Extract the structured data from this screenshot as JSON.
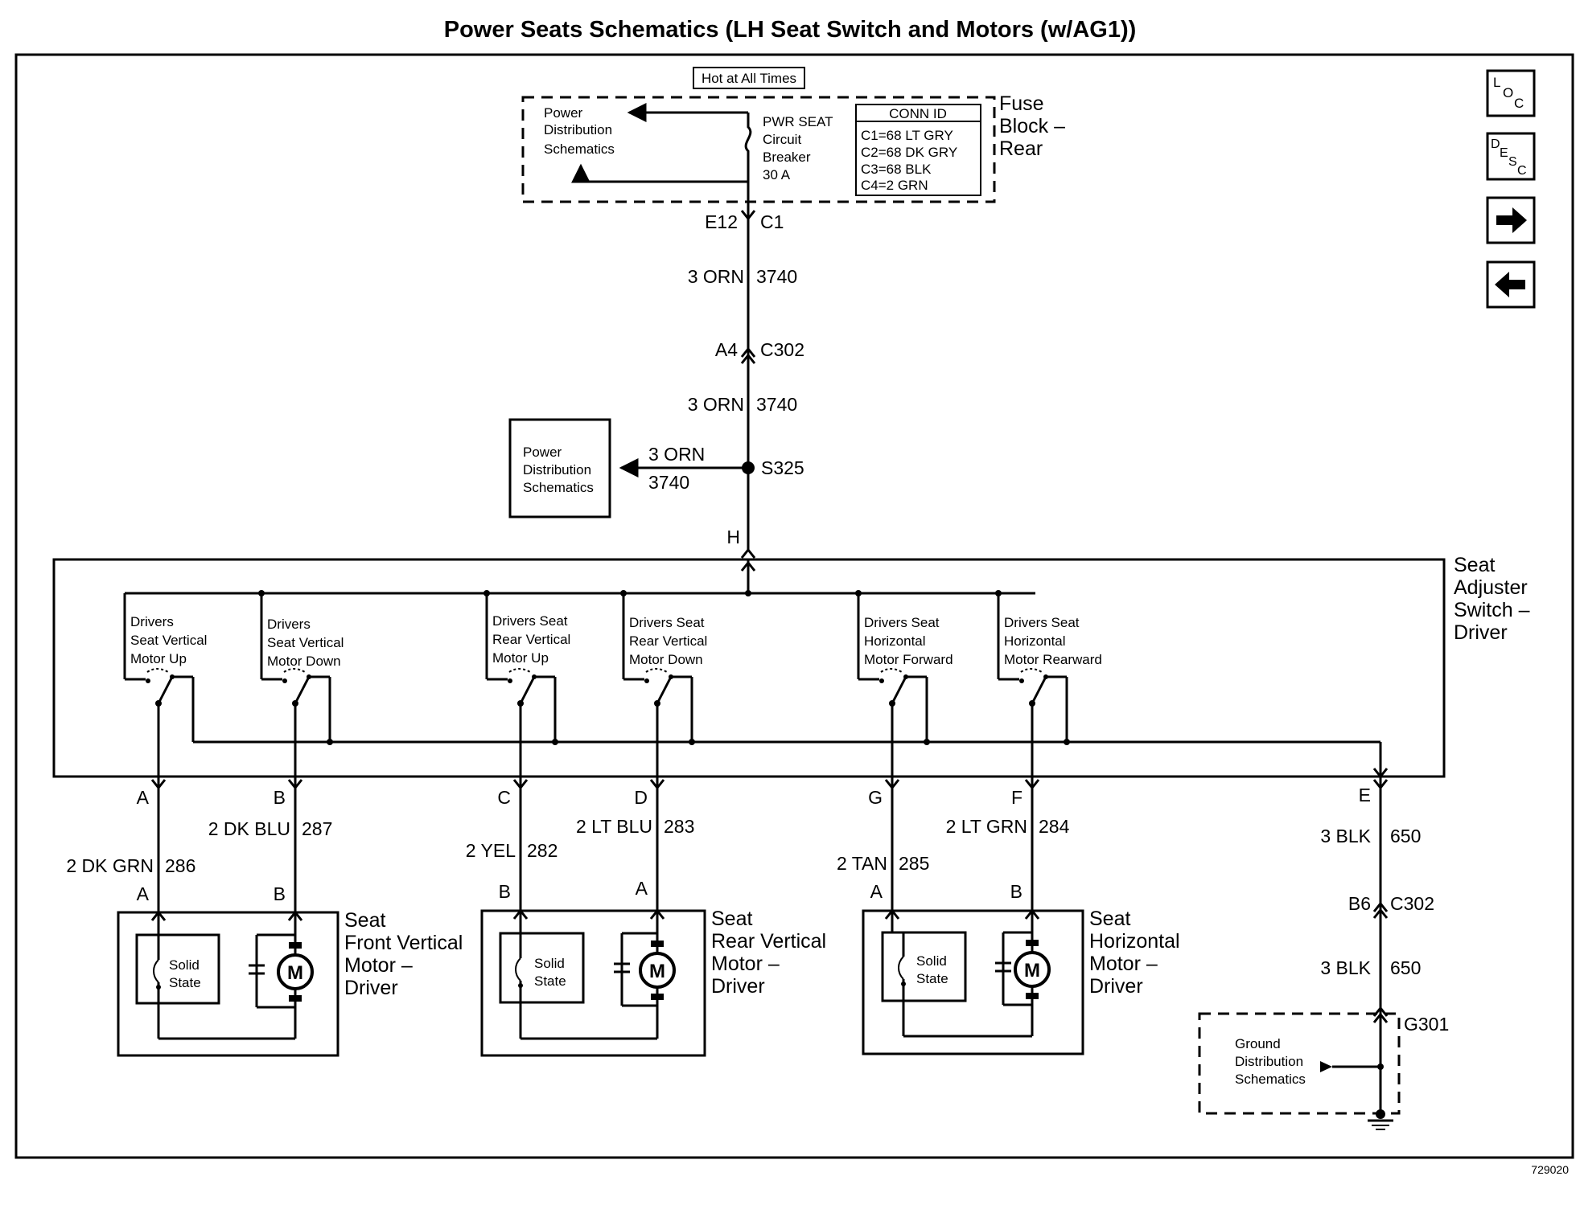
{
  "title": "Power Seats Schematics (LH Seat Switch and Motors (w/AG1))",
  "hot_label": "Hot at All Times",
  "fuse_block": {
    "pdist": [
      "Power",
      "Distribution",
      "Schematics"
    ],
    "breaker": [
      "PWR SEAT",
      "Circuit",
      "Breaker",
      "30 A"
    ],
    "conn_title": "CONN ID",
    "conn_rows": [
      "C1=68 LT GRY",
      "C2=68 DK GRY",
      "C3=68 BLK",
      "C4=2 GRN"
    ],
    "name": [
      "Fuse",
      "Block –",
      "Rear"
    ]
  },
  "nav": {
    "loc_a": "L",
    "loc_b": "O",
    "loc_c": "C",
    "desc_a": "D",
    "desc_b": "E",
    "desc_c": "S",
    "desc_d": "C"
  },
  "feed": {
    "e12": "E12",
    "c1": "C1",
    "wire1_a": "3 ORN",
    "wire1_b": "3740",
    "a4": "A4",
    "c302": "C302",
    "wire2_a": "3 ORN",
    "wire2_b": "3740",
    "s325": "S325",
    "branch_a": "3 ORN",
    "branch_b": "3740",
    "pdist2": [
      "Power",
      "Distribution",
      "Schematics"
    ],
    "h": "H"
  },
  "switch_name": [
    "Seat",
    "Adjuster",
    "Switch –",
    "Driver"
  ],
  "switches": [
    [
      "Drivers",
      "Seat Vertical",
      "Motor Up"
    ],
    [
      "Drivers",
      "Seat Vertical",
      "Motor Down"
    ],
    [
      "Drivers Seat",
      "Rear Vertical",
      "Motor Up"
    ],
    [
      "Drivers Seat",
      "Rear Vertical",
      "Motor Down"
    ],
    [
      "Drivers Seat",
      "Horizontal",
      "Motor Forward"
    ],
    [
      "Drivers Seat",
      "Horizontal",
      "Motor Rearward"
    ]
  ],
  "outputs": {
    "pins": [
      "A",
      "B",
      "C",
      "D",
      "G",
      "F",
      "E"
    ],
    "w286_a": "2 DK GRN",
    "w286_b": "286",
    "w287_a": "2 DK BLU",
    "w287_b": "287",
    "w282_a": "2 YEL",
    "w282_b": "282",
    "w283_a": "2 LT BLU",
    "w283_b": "283",
    "w285_a": "2 TAN",
    "w285_b": "285",
    "w284_a": "2 LT GRN",
    "w284_b": "284",
    "w650_a": "3 BLK",
    "w650_b": "650",
    "b6": "B6",
    "c302": "C302",
    "w650c_a": "3 BLK",
    "w650c_b": "650"
  },
  "motors": [
    {
      "pin_l": "A",
      "pin_r": "B",
      "ss": [
        "Solid",
        "State"
      ],
      "m": "M",
      "name": [
        "Seat",
        "Front Vertical",
        "Motor –",
        "Driver"
      ]
    },
    {
      "pin_l": "B",
      "pin_r": "A",
      "ss": [
        "Solid",
        "State"
      ],
      "m": "M",
      "name": [
        "Seat",
        "Rear Vertical",
        "Motor –",
        "Driver"
      ]
    },
    {
      "pin_l": "A",
      "pin_r": "B",
      "ss": [
        "Solid",
        "State"
      ],
      "m": "M",
      "name": [
        "Seat",
        "Horizontal",
        "Motor –",
        "Driver"
      ]
    }
  ],
  "ground": {
    "id": "G301",
    "label": [
      "Ground",
      "Distribution",
      "Schematics"
    ]
  },
  "figure_id": "729020"
}
